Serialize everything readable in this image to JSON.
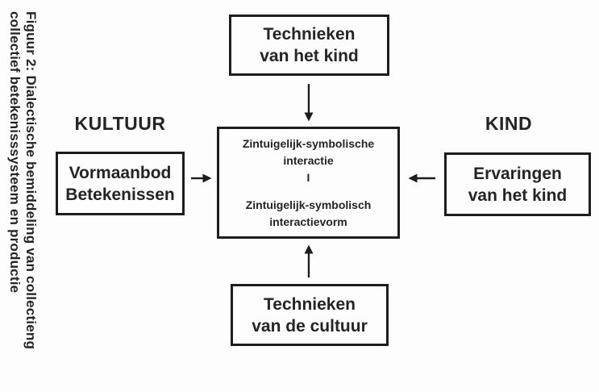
{
  "caption": {
    "line1": "Figuur 2: Dialectische bemiddeling van collectieng",
    "line2": "collectief betekenisssysteem en productie"
  },
  "labels": {
    "kultuur": "KULTUUR",
    "kind": "KIND"
  },
  "boxes": {
    "top": {
      "lines": [
        "Technieken",
        "van het kind"
      ]
    },
    "left": {
      "lines": [
        "Vormaanbod",
        "Betekenissen"
      ]
    },
    "center": {
      "lines_top": [
        "Zintuigelijk-symbolische",
        "interactie"
      ],
      "separator": "I",
      "lines_bottom": [
        "Zintuigelijk-symbolisch",
        "interactievorm"
      ]
    },
    "right": {
      "lines": [
        "Ervaringen",
        "van het kind"
      ]
    },
    "bottom": {
      "lines": [
        "Technieken",
        "van de cultuur"
      ]
    }
  },
  "icons": {
    "top_to_center": "arrow-down",
    "left_to_center": "arrow-right",
    "right_to_center": "arrow-left",
    "bottom_to_center": "arrow-up"
  },
  "colors": {
    "text": "#242424",
    "border": "#1d1d1d",
    "background": "#fdfdfd"
  }
}
